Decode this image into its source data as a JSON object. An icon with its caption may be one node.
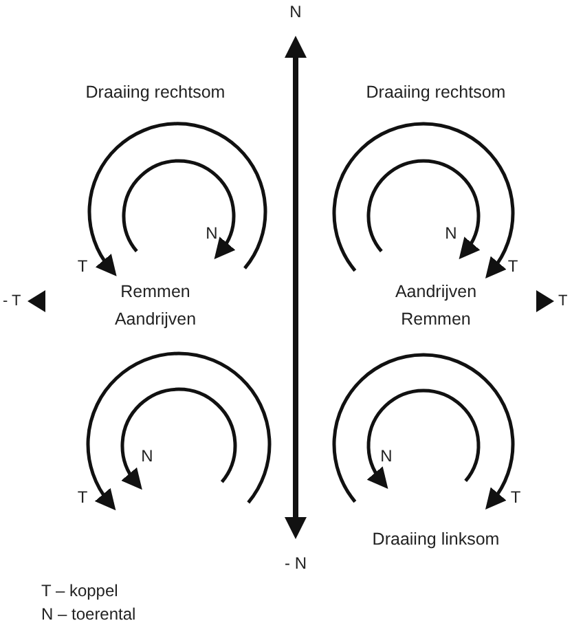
{
  "diagram": {
    "labels": [
      "N",
      "Draaiing rechtsom",
      "Draaiing rechtsom",
      "N",
      "N",
      "T",
      "T",
      "- T",
      "Remmen",
      "Aandrijven",
      "T",
      "Aandrijven",
      "Remmen",
      "N",
      "N",
      "T",
      "T",
      "Draaiing linksom",
      "- N",
      "T – koppel",
      "N – toerental"
    ]
  }
}
